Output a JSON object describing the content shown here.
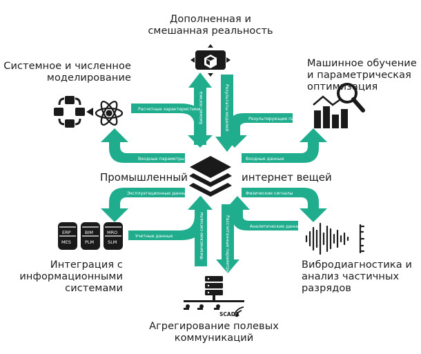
{
  "nodes": {
    "top": "Дополненная и смешанная реальность",
    "top_left": "Системное и численное моделирование",
    "top_right": "Машинное обучение и параметрическая оптимизация",
    "bottom_left": "Интеграция с информационными системами",
    "bottom_right": "Вибродиагностика и анализ частичных разрядов",
    "bottom": "Агрегирование полевых коммуникаций"
  },
  "center": {
    "left": "Промышленный",
    "right": "интернет вещей"
  },
  "arrows": {
    "top_up": "Бизнес-логика",
    "top_down": "Результаты моделей",
    "left_in": "Расчетные характеристики",
    "left_out": "Входные параметры",
    "right_in": "Результирующие параметры",
    "right_out": "Входные данные",
    "bl_out": "Эксплуатационные данные",
    "bl_in": "Учетные данные",
    "br_out": "Физические сигналы",
    "br_in": "Аналитические данные",
    "bottom_up": "Физические сигналы",
    "bottom_down": "Рассчитанные параметры"
  },
  "systems": [
    "ERP",
    "BIM",
    "MRO",
    "MES",
    "PLM",
    "SLM"
  ],
  "scada": "SCADA",
  "colors": {
    "accent": "#1fad8e",
    "dark": "#1a1a1a"
  },
  "icons": [
    "ar-headset-icon",
    "simulation-cycle-icon",
    "atom-icon",
    "ml-analytics-icon",
    "database-icon",
    "waveform-icon",
    "server-icon",
    "layers-icon",
    "wifi-icon"
  ]
}
